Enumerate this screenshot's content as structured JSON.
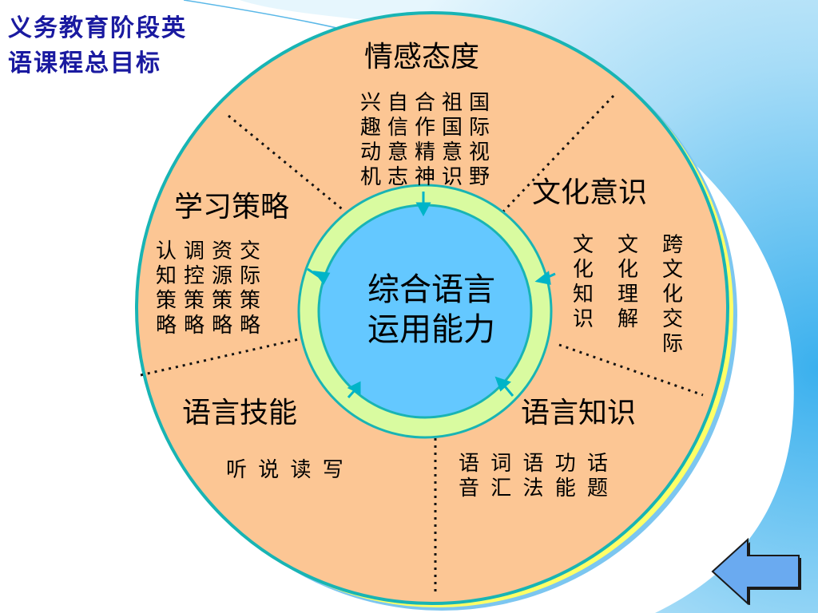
{
  "title": {
    "line1": "义务教育阶段英",
    "line2": "语课程总目标"
  },
  "core": {
    "line1": "综合语言",
    "line2": "运用能力"
  },
  "sections": {
    "emotion": {
      "title": "情感态度",
      "columns": [
        "兴趣动机",
        "自信意志",
        "合作精神",
        "祖国意识",
        "国际视野"
      ]
    },
    "culture": {
      "title": "文化意识",
      "columns": [
        "文化知识",
        "文化理解",
        "跨文化交际"
      ]
    },
    "strategy": {
      "title": "学习策略",
      "columns": [
        "认知策略",
        "调控策略",
        "资源策略",
        "交际策略"
      ]
    },
    "skills": {
      "title": "语言技能",
      "items": "听 说 读 写"
    },
    "knowledge": {
      "title": "语言知识",
      "row1": "语 词 语 功 话",
      "row2": "音 汇 法 能 题"
    }
  },
  "colors": {
    "wheel_fill": "#fcc694",
    "wheel_border": "#18b4b4",
    "ring_fill": "#d9fba0",
    "core_fill": "#64c8ff",
    "arrow": "#00b4c8",
    "title_text": "#1a1aa0",
    "back_button": "#6aaaf0"
  },
  "icons": {
    "back_button": "left-arrow-icon"
  }
}
